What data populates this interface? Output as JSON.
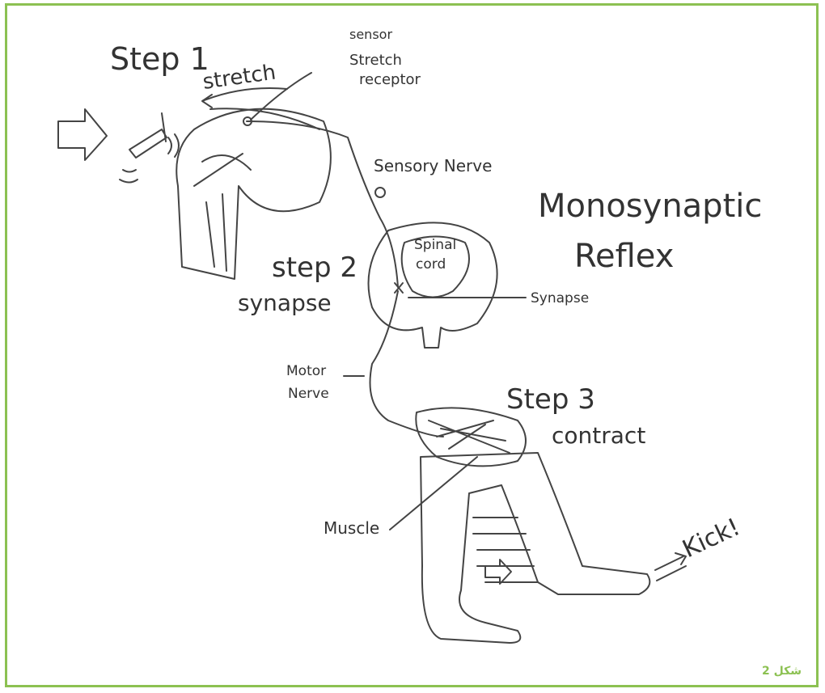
{
  "colors": {
    "frame": "#8cc152",
    "caption": "#8cc152",
    "ink": "#333333"
  },
  "labels": {
    "step1": "Step 1",
    "stretch": "stretch",
    "sensor": "sensor",
    "stretch_receptor_line1": "Stretch",
    "stretch_receptor_line2": "receptor",
    "sensory_nerve": "Sensory Nerve",
    "title_line1": "Monosynaptic",
    "title_line2": "Reflex",
    "step2": "step 2",
    "synapse_step": "synapse",
    "spinal_line1": "Spinal",
    "spinal_line2": "cord",
    "synapse_label": "Synapse",
    "motor_line1": "Motor",
    "motor_line2": "Nerve",
    "step3": "Step 3",
    "contract": "contract",
    "muscle": "Muscle",
    "kick": "Kick!"
  },
  "caption": "شكل 2"
}
